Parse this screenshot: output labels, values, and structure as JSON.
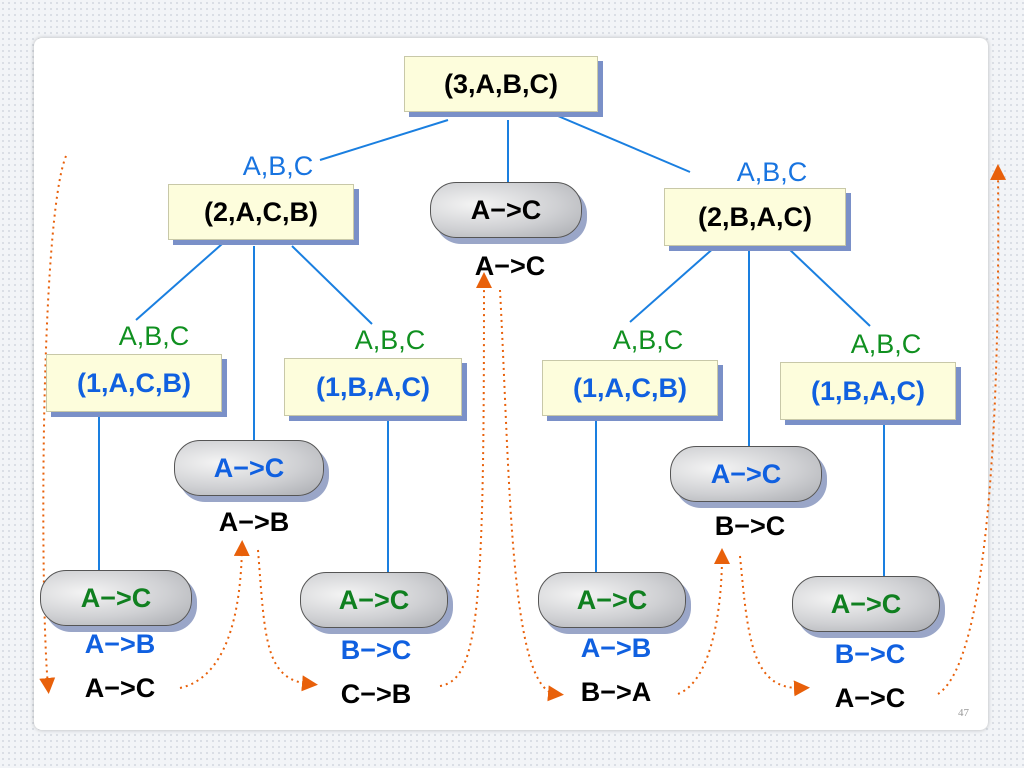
{
  "root": {
    "label": "(3,A,B,C)"
  },
  "level1": {
    "left_label": "A,B,C",
    "left_node": "(2,A,C,B)",
    "middle_move": "A−>C",
    "middle_move_below": "A−>C",
    "right_label": "A,B,C",
    "right_node": "(2,B,A,C)"
  },
  "level2": {
    "n1_label": "A,B,C",
    "n1": "(1,A,C,B)",
    "n2_label": "A,B,C",
    "n2": "(1,B,A,C)",
    "n3_label": "A,B,C",
    "n3": "(1,A,C,B)",
    "n4_label": "A,B,C",
    "n4": "(1,B,A,C)",
    "m_left": "A−>C",
    "m_left_below": "A−>B",
    "m_right": "A−>C",
    "m_right_below": "B−>C"
  },
  "leaves": [
    {
      "move": "A−>C",
      "below": [
        "A−>B",
        "A−>C"
      ]
    },
    {
      "move": "A−>C",
      "below": [
        "B−>C",
        "C−>B"
      ]
    },
    {
      "move": "A−>C",
      "below": [
        "A−>B",
        "B−>A"
      ]
    },
    {
      "move": "A−>C",
      "below": [
        "B−>C",
        "A−>C"
      ]
    }
  ],
  "page_number": "47"
}
